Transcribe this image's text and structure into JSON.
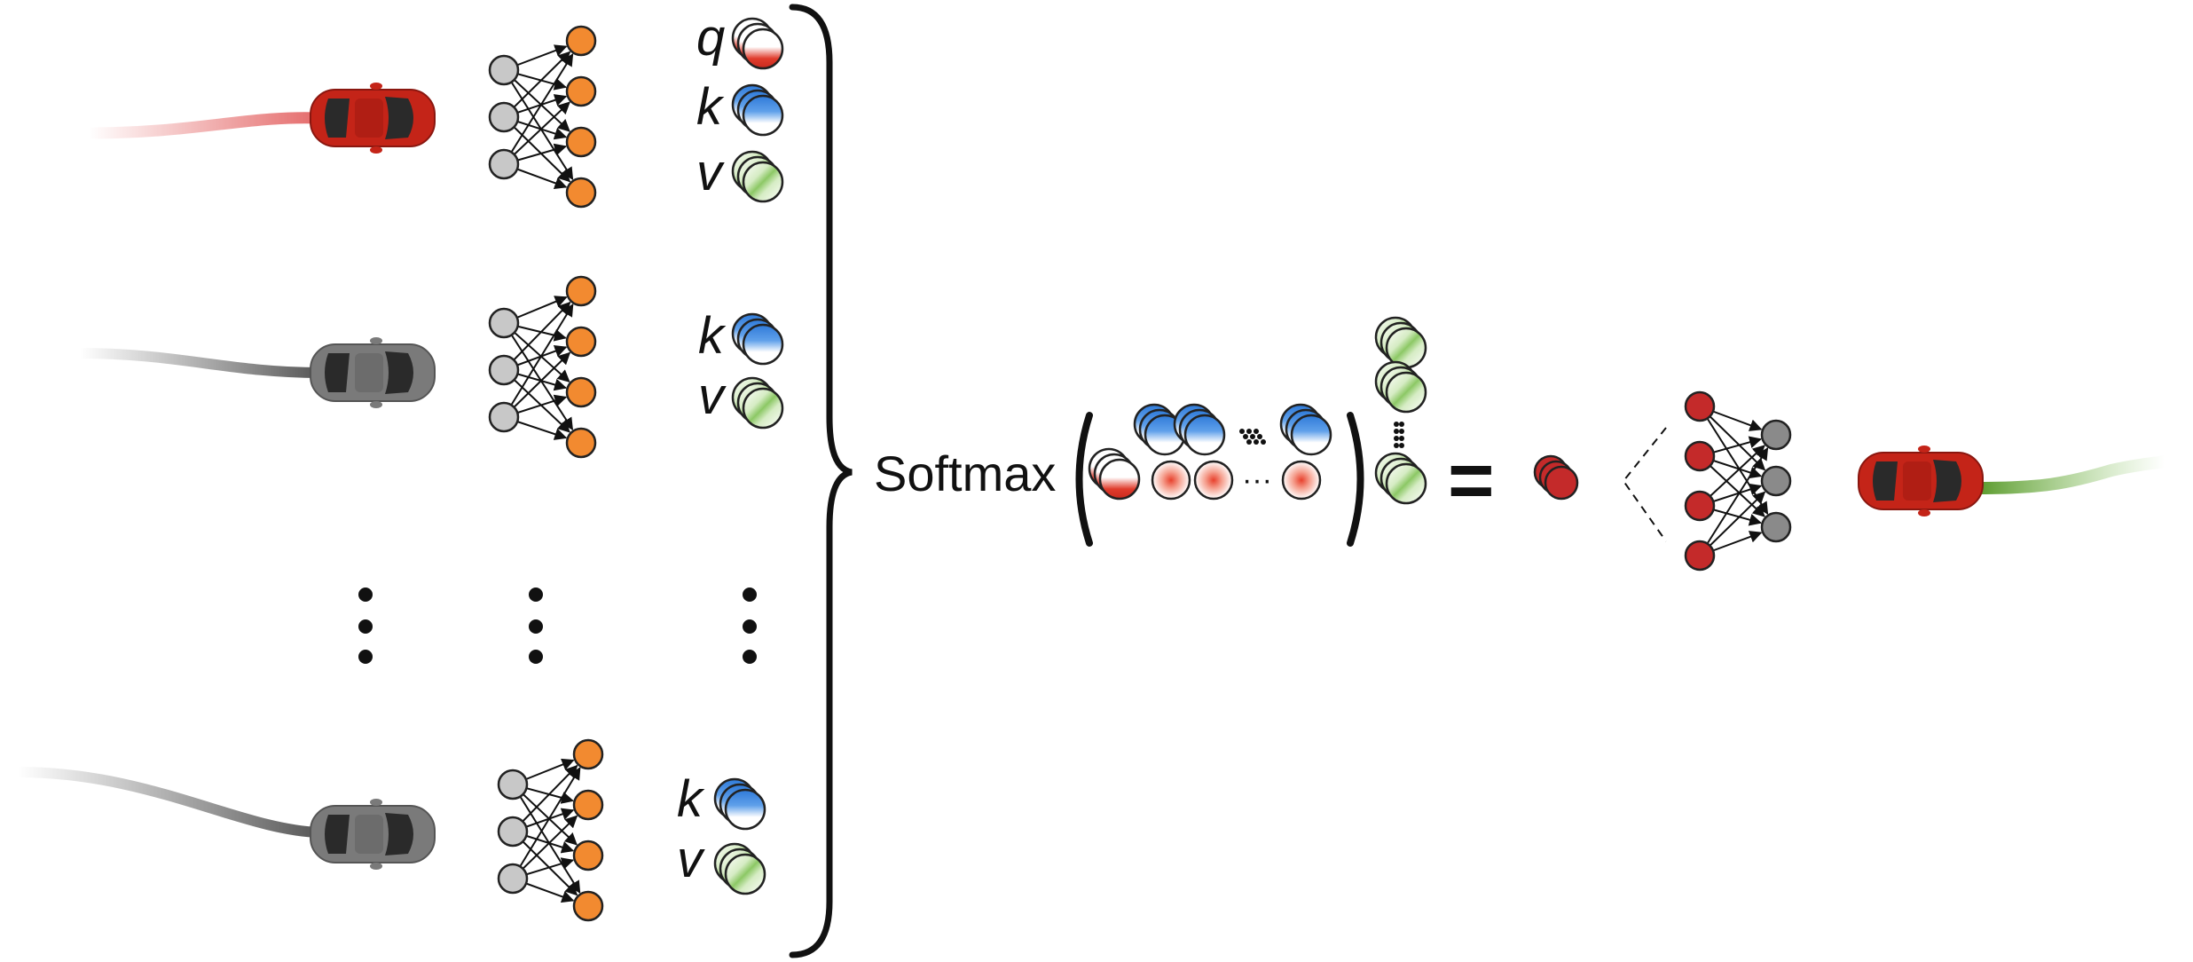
{
  "colors": {
    "ego_car": "#c42418",
    "other_car": "#7a7a7a",
    "input_node": "#c8c8c8",
    "hidden_node": "#f28a30",
    "query": "#e03c2c",
    "key": "#3b86e0",
    "value": "#9fd07a",
    "output_node": "#c42a2a",
    "final_node": "#8a8a8a",
    "future_trajectory": "#6aa33a"
  },
  "agents": [
    {
      "role": "ego",
      "vector_labels": [
        "q",
        "k",
        "v"
      ]
    },
    {
      "role": "other",
      "vector_labels": [
        "k",
        "v"
      ]
    },
    {
      "role": "other",
      "vector_labels": [
        "k",
        "v"
      ]
    }
  ],
  "equation": {
    "function": "Softmax",
    "equals": "=",
    "ellipsis": "···"
  },
  "icons": [
    "car-icon",
    "neural-network-icon",
    "brace-icon",
    "vector-stack-icon"
  ]
}
